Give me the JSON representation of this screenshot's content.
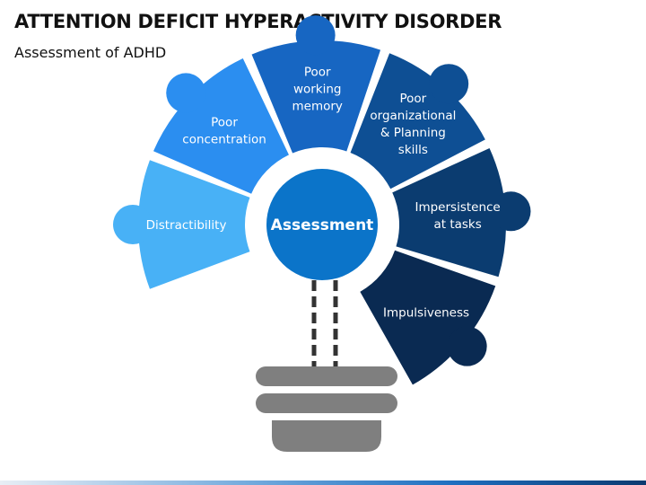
{
  "header": {
    "title": "ATTENTION DEFICIT HYPERACTIVITY DISORDER",
    "subtitle": "Assessment of ADHD"
  },
  "diagram": {
    "center": {
      "label": "Assessment",
      "color": "#0b74c9"
    },
    "segments": [
      {
        "lines": [
          "Distractibility"
        ],
        "color": "#48b1f6"
      },
      {
        "lines": [
          "Poor",
          "concentration"
        ],
        "color": "#2b8ef0"
      },
      {
        "lines": [
          "Poor",
          "working",
          "memory"
        ],
        "color": "#1766c2"
      },
      {
        "lines": [
          "Poor",
          "organizational",
          "& Planning",
          "skills"
        ],
        "color": "#0e4f94"
      },
      {
        "lines": [
          "Impersistence",
          "at tasks"
        ],
        "color": "#0b3c70"
      },
      {
        "lines": [
          "Impulsiveness"
        ],
        "color": "#0a2a52"
      }
    ],
    "bulb_color": "#7f7f7f"
  }
}
